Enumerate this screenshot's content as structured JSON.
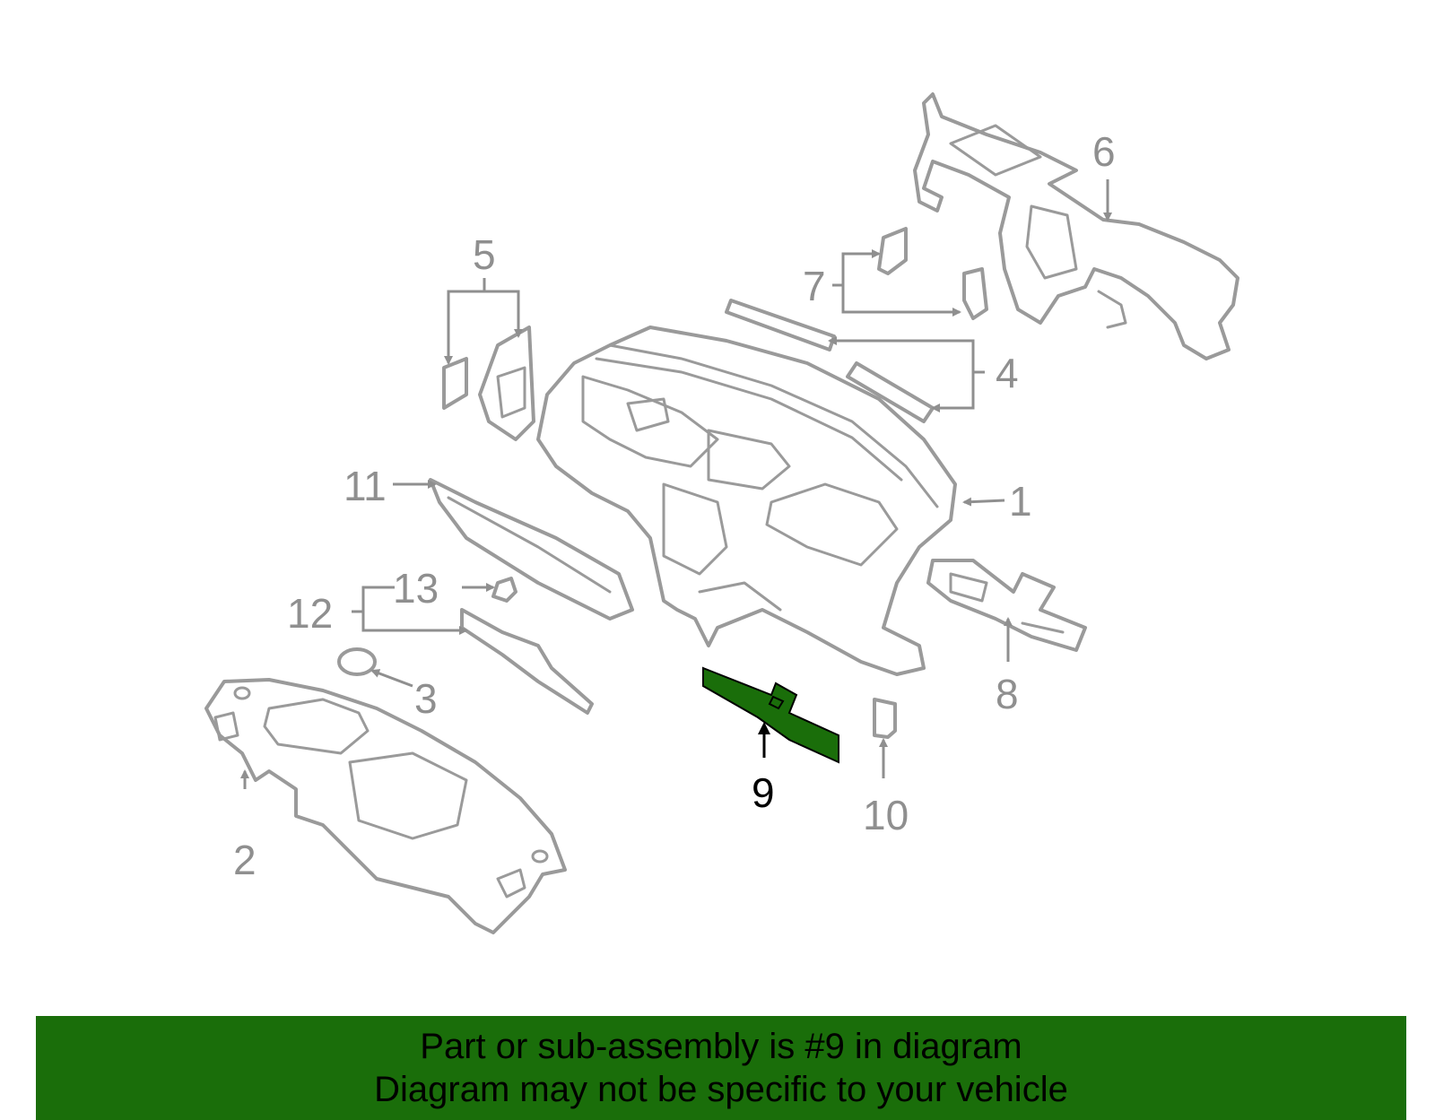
{
  "diagram": {
    "labels": {
      "l1": "1",
      "l2": "2",
      "l3": "3",
      "l4": "4",
      "l5": "5",
      "l6": "6",
      "l7": "7",
      "l8": "8",
      "l9": "9",
      "l10": "10",
      "l11": "11",
      "l12": "12",
      "l13": "13"
    },
    "highlight_part": "9",
    "colors": {
      "highlight": "#1a6e0a",
      "line": "#9a9a9a",
      "label": "#8f8f8f"
    }
  },
  "banner": {
    "line1": "Part or sub-assembly is #9 in diagram",
    "line2": "Diagram may not be specific to your vehicle"
  }
}
